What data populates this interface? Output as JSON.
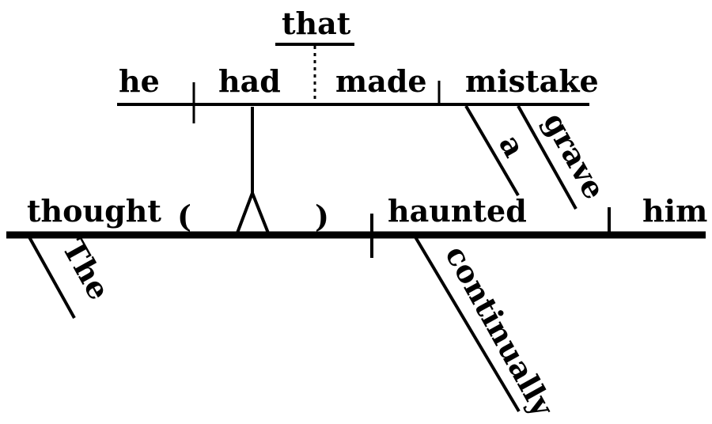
{
  "diagram": {
    "main_clause": {
      "subject": "thought",
      "subject_modifier": "The",
      "verb": "haunted",
      "verb_modifier": "continually",
      "object": "him"
    },
    "sub_clause": {
      "conjunction": "that",
      "subject": "he",
      "verb_aux": "had",
      "verb": "made",
      "object": "mistake",
      "object_modifiers": [
        "a",
        "grave"
      ]
    },
    "colors": {
      "ink": "#000000",
      "background": "#ffffff"
    }
  }
}
